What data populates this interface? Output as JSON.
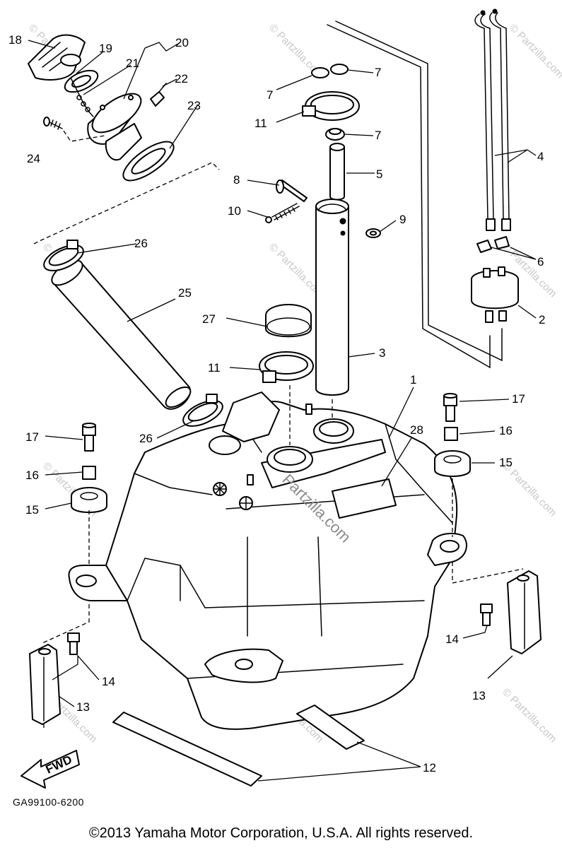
{
  "callouts": {
    "c1": "1",
    "c2": "2",
    "c3": "3",
    "c4": "4",
    "c5": "5",
    "c6": "6",
    "c7a": "7",
    "c7b": "7",
    "c7c": "7",
    "c8": "8",
    "c9": "9",
    "c10": "10",
    "c11a": "11",
    "c11b": "11",
    "c12": "12",
    "c13a": "13",
    "c13b": "13",
    "c14a": "14",
    "c14b": "14",
    "c15a": "15",
    "c15b": "15",
    "c16a": "16",
    "c16b": "16",
    "c17a": "17",
    "c17b": "17",
    "c18": "18",
    "c19": "19",
    "c20": "20",
    "c21": "21",
    "c22": "22",
    "c23": "23",
    "c24": "24",
    "c25": "25",
    "c26a": "26",
    "c26b": "26",
    "c27": "27",
    "c28": "28"
  },
  "watermark": {
    "center": "Partzilla.com",
    "small": "© Partzilla.com"
  },
  "fwd_label": "FWD",
  "diagram_code": "GA99100-6200",
  "copyright": "©2013  Yamaha Motor Corporation, U.S.A. All rights reserved."
}
